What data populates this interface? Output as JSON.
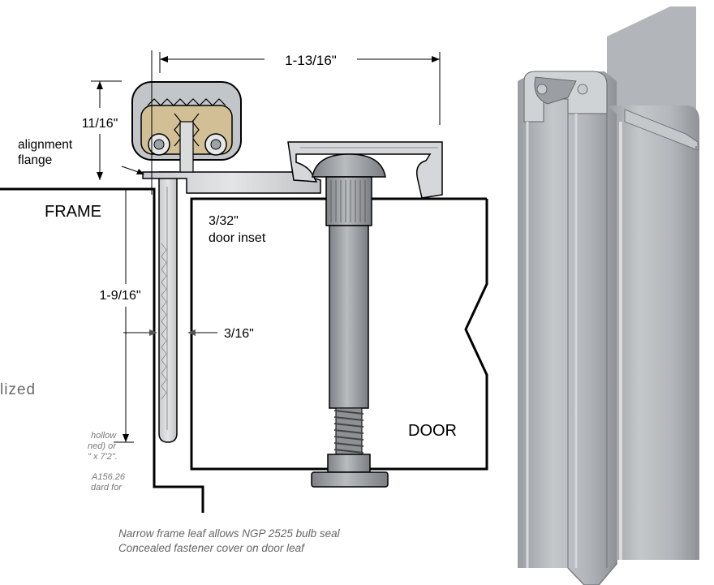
{
  "labels": {
    "top_width": "1-13/16\"",
    "height": "11/16\"",
    "alignment_flange_1": "alignment",
    "alignment_flange_2": "flange",
    "frame": "FRAME",
    "door_inset_1": "3/32\"",
    "door_inset_2": "door inset",
    "leaf_length": "1-9/16\"",
    "leaf_thickness": "3/16\"",
    "door": "DOOR"
  },
  "left_column": {
    "heading_fragment": "lized",
    "body_fragments": [
      "hollow",
      "ned) or",
      "\" x 7'2\".",
      "A156.26",
      "dard for"
    ]
  },
  "caption": {
    "line1": "Narrow frame leaf allows NGP 2525 bulb seal",
    "line2": "Concealed fastener cover on door leaf"
  },
  "colors": {
    "outline": "#000000",
    "metal_light": "#d9dbdd",
    "metal_mid": "#b8bbbf",
    "bearing_tan": "#c9b48a",
    "profile_gray": "#a9acb0"
  }
}
